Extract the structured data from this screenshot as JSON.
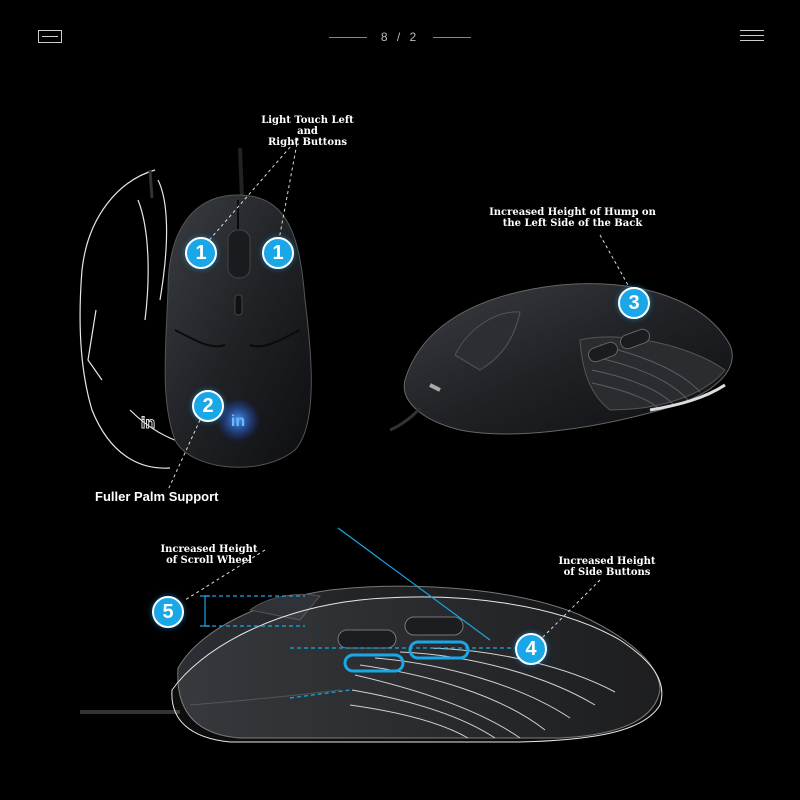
{
  "header": {
    "page_indicator": "8 / 2"
  },
  "callouts": {
    "light_touch": "Light Touch Left and\nRight Buttons",
    "palm_support": "Fuller Palm Support",
    "hump_height": "Increased Height of Hump on\nthe Left Side of the Back",
    "scroll_height": "Increased Height\nof Scroll Wheel",
    "side_buttons": "Increased Height\nof Side Buttons"
  },
  "badges": {
    "b1a": "1",
    "b1b": "1",
    "b2": "2",
    "b3": "3",
    "b4": "4",
    "b5": "5"
  },
  "colors": {
    "accent": "#1aa7e8",
    "background": "#000000"
  }
}
